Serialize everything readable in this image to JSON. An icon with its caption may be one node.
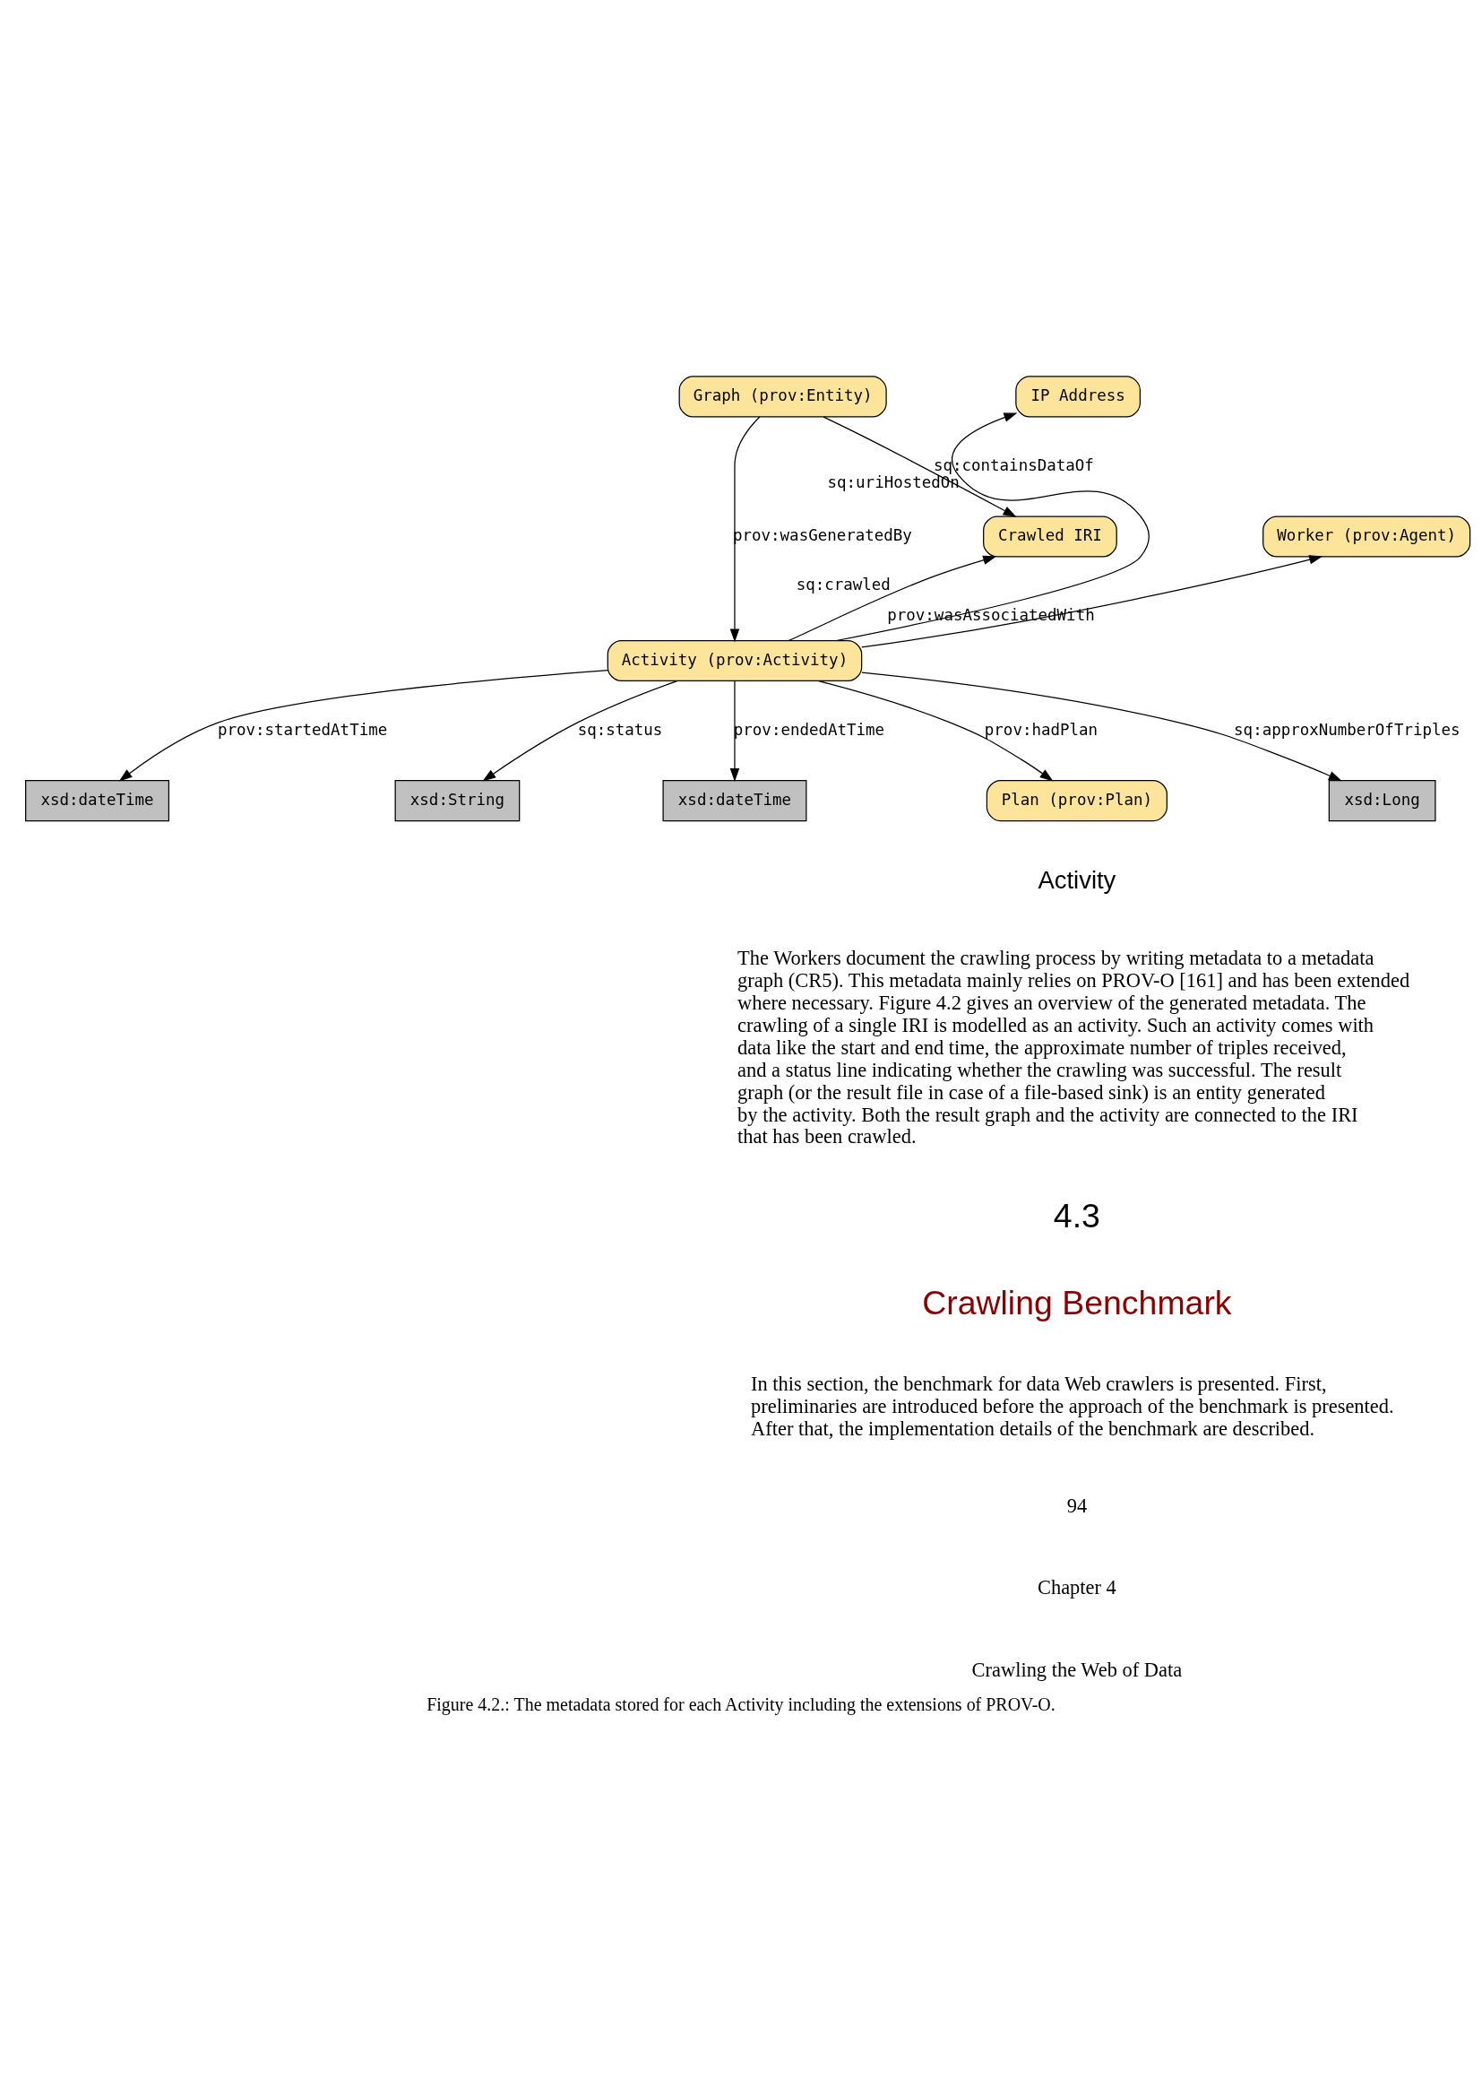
{
  "diagram": {
    "caption": "Figure 4.2.: The metadata stored for each Activity including the extensions of PROV-O.",
    "nodes": [
      {
        "text": [
          "IP Address"
        ]
      },
      {
        "text": [
          "Graph (prov:Entity)"
        ]
      },
      {
        "text": [
          "Worker (prov:Agent)"
        ]
      },
      {
        "text": [
          "Crawled IRI"
        ]
      },
      {
        "text": [
          "Activity (prov:Activity)"
        ]
      },
      {
        "text": [
          "xsd:dateTime"
        ]
      },
      {
        "text": [
          "xsd:String"
        ]
      },
      {
        "text": [
          "xsd:dateTime"
        ]
      },
      {
        "text": [
          "Plan (prov:Plan)"
        ]
      },
      {
        "text": [
          "xsd:Long"
        ]
      }
    ],
    "edges": [
      {
        "from": 4,
        "to": 0,
        "arrow": "to",
        "label": "sq:uriHostedOn"
      },
      {
        "from": 1,
        "to": 3,
        "arrow": "to",
        "label": "sq:containsDataOf"
      },
      {
        "from": 1,
        "to": 4,
        "arrow": "to",
        "label": "prov:wasGeneratedBy"
      },
      {
        "from": 4,
        "to": 2,
        "arrow": "to",
        "label": "prov:wasAssociatedWith"
      },
      {
        "from": 4,
        "to": 3,
        "arrow": "to",
        "label": "sq:crawled"
      },
      {
        "from": 4,
        "to": 5,
        "arrow": "to",
        "label": "prov:startedAtTime"
      },
      {
        "from": 4,
        "to": 6,
        "arrow": "to",
        "label": "sq:status"
      },
      {
        "from": 4,
        "to": 8,
        "arrow": "to",
        "label": "prov:hadPlan"
      },
      {
        "from": 4,
        "to": 7,
        "arrow": "to",
        "label": "prov:endedAtTime"
      },
      {
        "from": 4,
        "to": 9,
        "arrow": "to",
        "label": "sq:approxNumberOfTriples"
      }
    ],
    "labels": [
      "Activity",
      "The Workers document the crawling process by writing metadata to a metadata graph (CR5). This metadata mainly relies on PROV-O [161] and has been extended where necessary. Figure 4.2 gives an overview of the generated metadata. The crawling of a single IRI is modelled as an activity. Such an activity comes with data like the start and end time, the approximate number of triples received, and a status line indicating whether the crawling was successful. The result graph (or the result file in case of a file-based sink) is an entity generated by the activity. Both the result graph and the activity are connected to the IRI that has been crawled.",
      "4.3",
      "Crawling Benchmark",
      "In this section, the benchmark for data Web crawlers is presented. First, preliminaries are introduced before the approach of the benchmark is presented. After that, the implementation details of the benchmark are described.",
      "94",
      "Chapter 4",
      "Crawling the Web of Data"
    ]
  }
}
